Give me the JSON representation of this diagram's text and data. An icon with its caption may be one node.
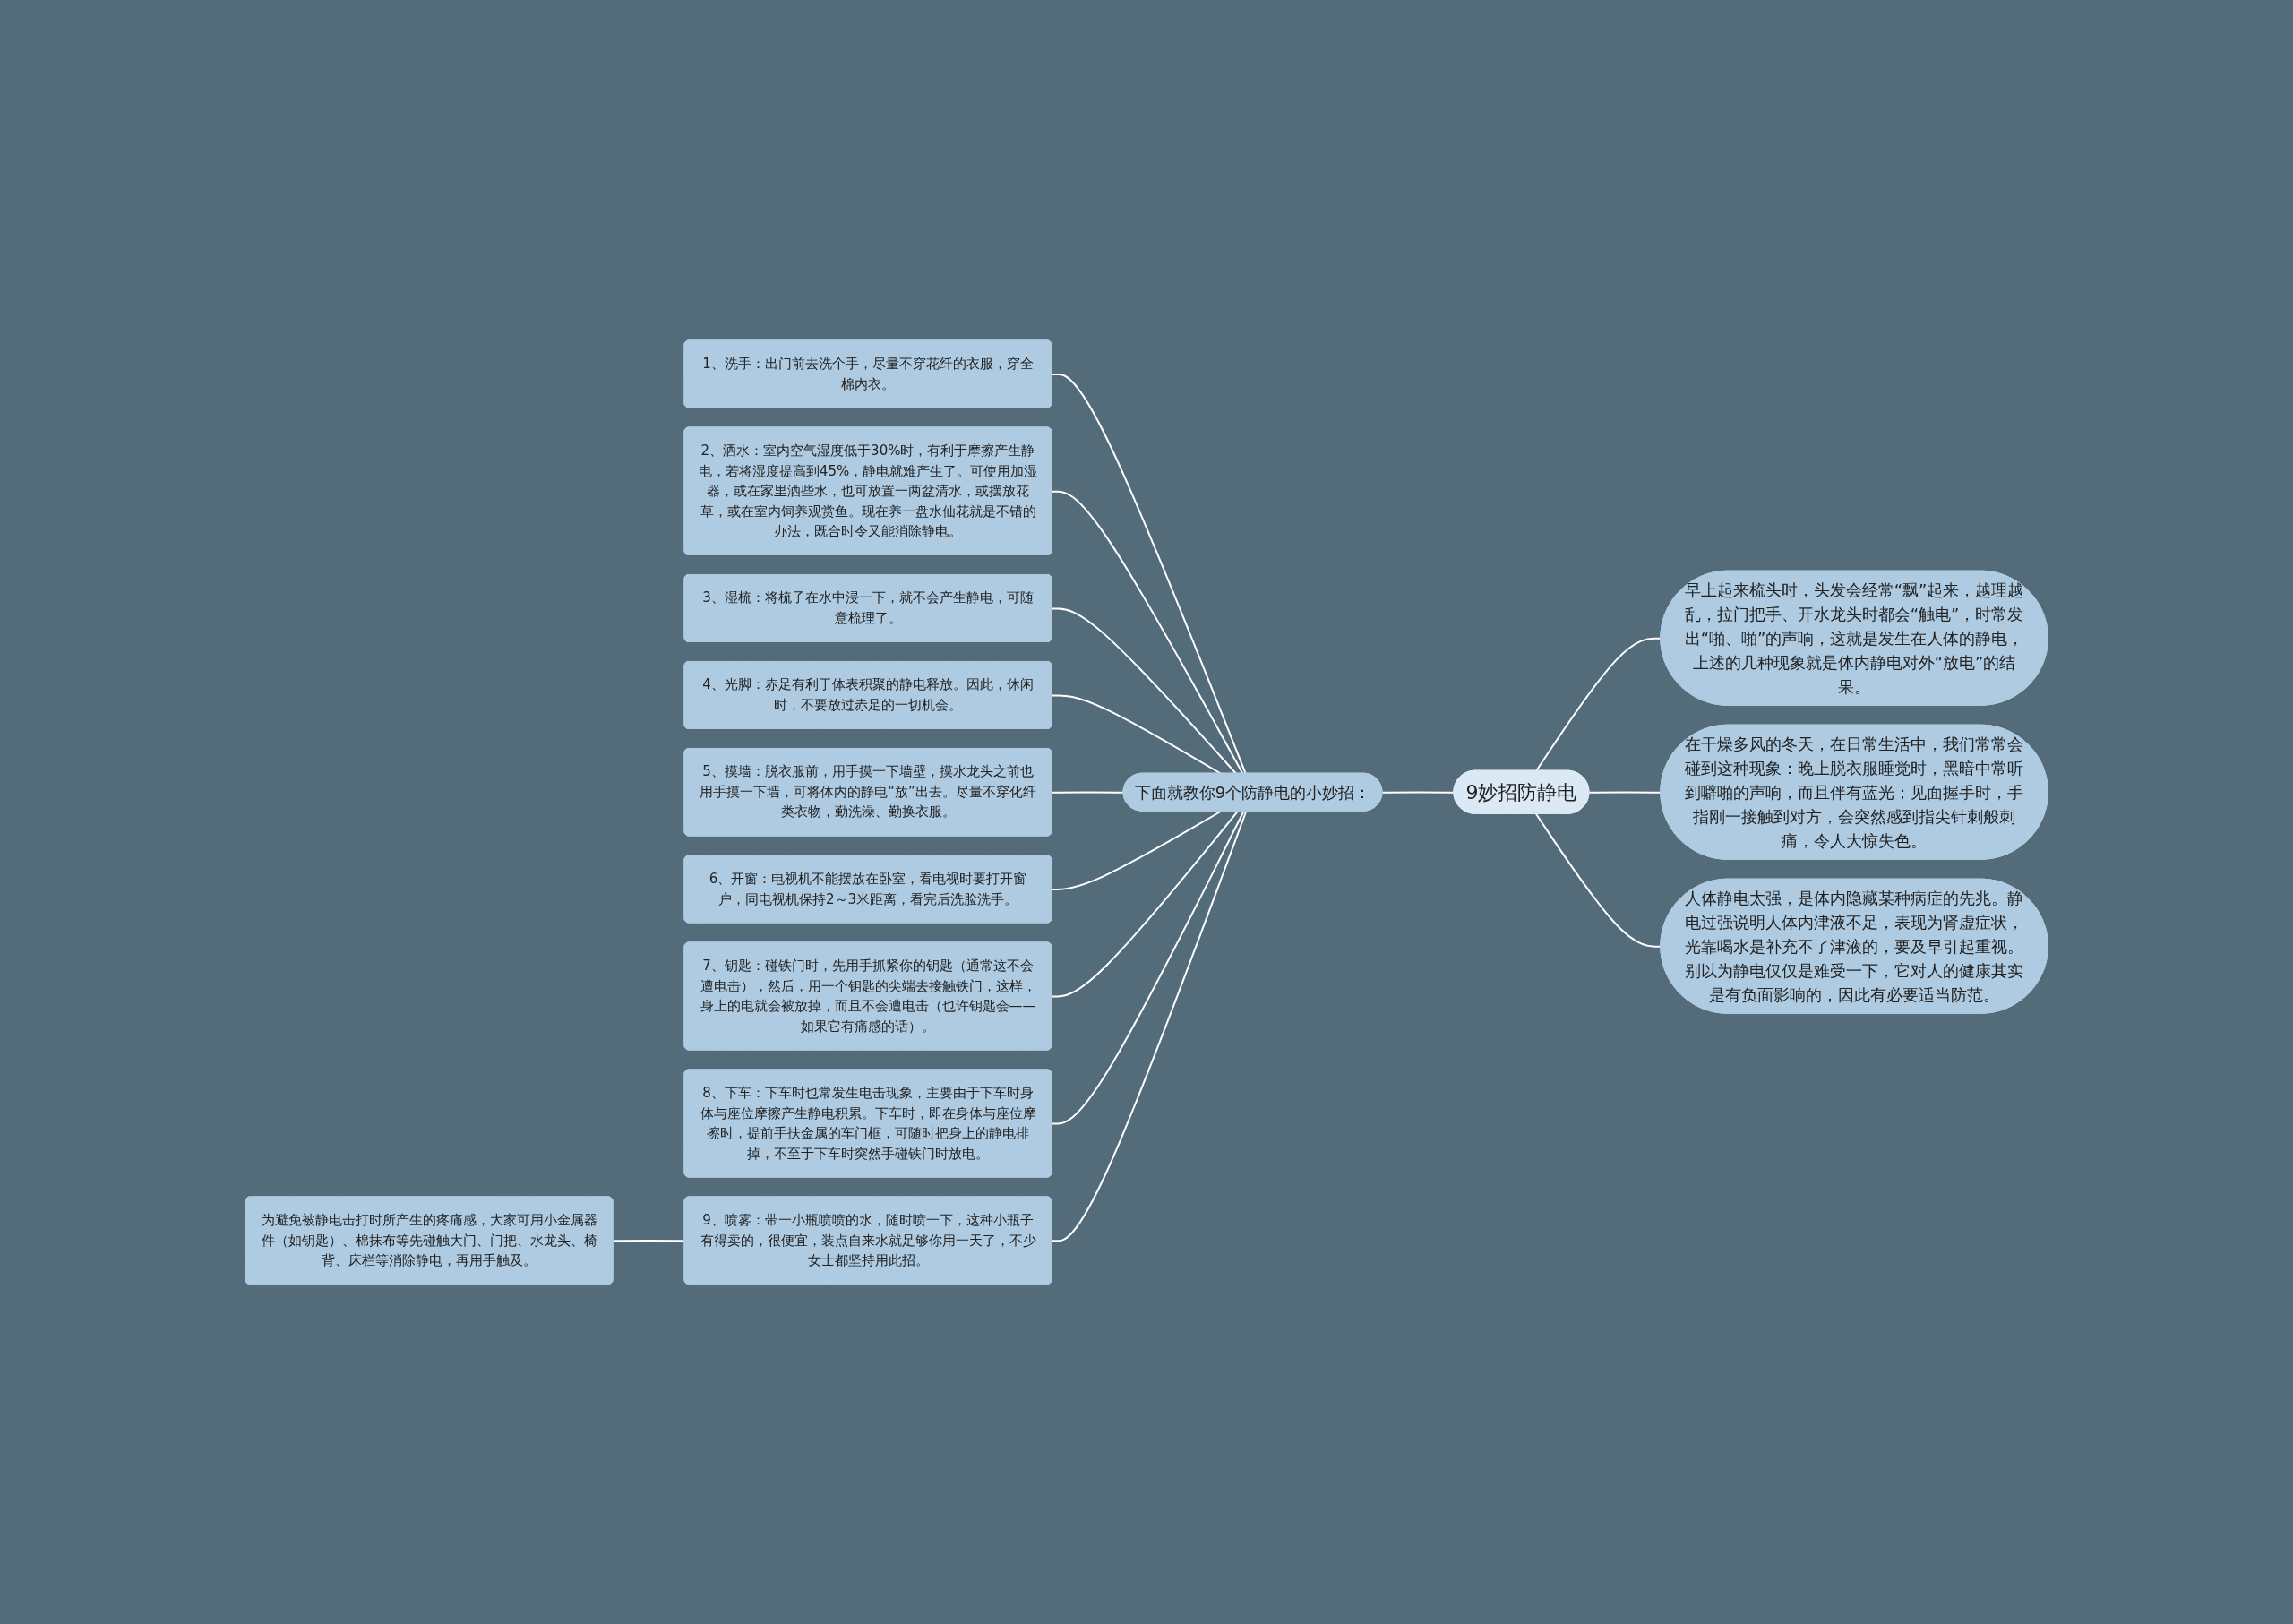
{
  "diagram": {
    "nodes": [
      {
        "text": [
          "9妙招防静电"
        ]
      },
      {
        "text": [
          "早上起来梳头时，头发会经常“飘”起来，越理越乱，拉门把手、开水龙头时都会“触电”，时常发出“啪、啪”的声响，这就是发生在人体的静电，上述的几种现象就是体内静电对外“放电”的结果。"
        ]
      },
      {
        "text": [
          "在干燥多风的冬天，在日常生活中，我们常常会碰到这种现象：晚上脱衣服睡觉时，黑暗中常听到噼啪的声响，而且伴有蓝光；见面握手时，手指刚一接触到对方，会突然感到指尖针刺般刺痛，令人大惊失色。"
        ]
      },
      {
        "text": [
          "人体静电太强，是体内隐藏某种病症的先兆。静电过强说明人体内津液不足，表现为肾虚症状，光靠喝水是补充不了津液的，要及早引起重视。别以为静电仅仅是难受一下，它对人的健康其实是有负面影响的，因此有必要适当防范。"
        ]
      },
      {
        "text": [
          "下面就教你9个防静电的小妙招："
        ]
      },
      {
        "text": [
          "1、洗手：出门前去洗个手，尽量不穿花纤的衣服，穿全棉内衣。"
        ]
      },
      {
        "text": [
          "2、洒水：室内空气湿度低于30%时，有利于摩擦产生静电，若将湿度提高到45%，静电就难产生了。可使用加湿器，或在家里洒些水，也可放置一两盆清水，或摆放花草，或在室内饲养观赏鱼。现在养一盘水仙花就是不错的办法，既合时令又能消除静电。"
        ]
      },
      {
        "text": [
          "3、湿梳：将梳子在水中浸一下，就不会产生静电，可随意梳理了。"
        ]
      },
      {
        "text": [
          "4、光脚：赤足有利于体表积聚的静电释放。因此，休闲时，不要放过赤足的一切机会。"
        ]
      },
      {
        "text": [
          "5、摸墙：脱衣服前，用手摸一下墙壁，摸水龙头之前也用手摸一下墙，可将体内的静电“放”出去。尽量不穿化纤类衣物，勤洗澡、勤换衣服。"
        ]
      },
      {
        "text": [
          "6、开窗：电视机不能摆放在卧室，看电视时要打开窗户，同电视机保持2～3米距离，看完后洗脸洗手。"
        ]
      },
      {
        "text": [
          "7、钥匙：碰铁门时，先用手抓紧你的钥匙（通常这不会遭电击），然后，用一个钥匙的尖端去接触铁门，这样，身上的电就会被放掉，而且不会遭电击（也许钥匙会——如果它有痛感的话）。"
        ]
      },
      {
        "text": [
          "8、下车：下车时也常发生电击现象，主要由于下车时身体与座位摩擦产生静电积累。下车时，即在身体与座位摩擦时，提前手扶金属的车门框，可随时把身上的静电排掉，不至于下车时突然手碰铁门时放电。"
        ]
      },
      {
        "text": [
          "9、喷雾：带一小瓶喷喷的水，随时喷一下，这种小瓶子有得卖的，很便宜，装点自来水就足够你用一天了，不少女士都坚持用此招。"
        ]
      },
      {
        "text": [
          "为避免被静电击打时所产生的疼痛感，大家可用小金属器件（如钥匙）、棉抹布等先碰触大门、门把、水龙头、椅背、床栏等消除静电，再用手触及。"
        ]
      }
    ],
    "edges": [
      {
        "from": 0,
        "to": 1,
        "arrow": "none"
      },
      {
        "from": 0,
        "to": 2,
        "arrow": "none"
      },
      {
        "from": 0,
        "to": 3,
        "arrow": "none"
      },
      {
        "from": 0,
        "to": 4,
        "arrow": "none"
      },
      {
        "from": 4,
        "to": 5,
        "arrow": "none"
      },
      {
        "from": 4,
        "to": 6,
        "arrow": "none"
      },
      {
        "from": 4,
        "to": 7,
        "arrow": "none"
      },
      {
        "from": 4,
        "to": 8,
        "arrow": "none"
      },
      {
        "from": 4,
        "to": 9,
        "arrow": "none"
      },
      {
        "from": 4,
        "to": 10,
        "arrow": "none"
      },
      {
        "from": 4,
        "to": 11,
        "arrow": "none"
      },
      {
        "from": 4,
        "to": 12,
        "arrow": "none"
      },
      {
        "from": 4,
        "to": 13,
        "arrow": "none"
      },
      {
        "from": 13,
        "to": 14,
        "arrow": "none"
      }
    ]
  }
}
